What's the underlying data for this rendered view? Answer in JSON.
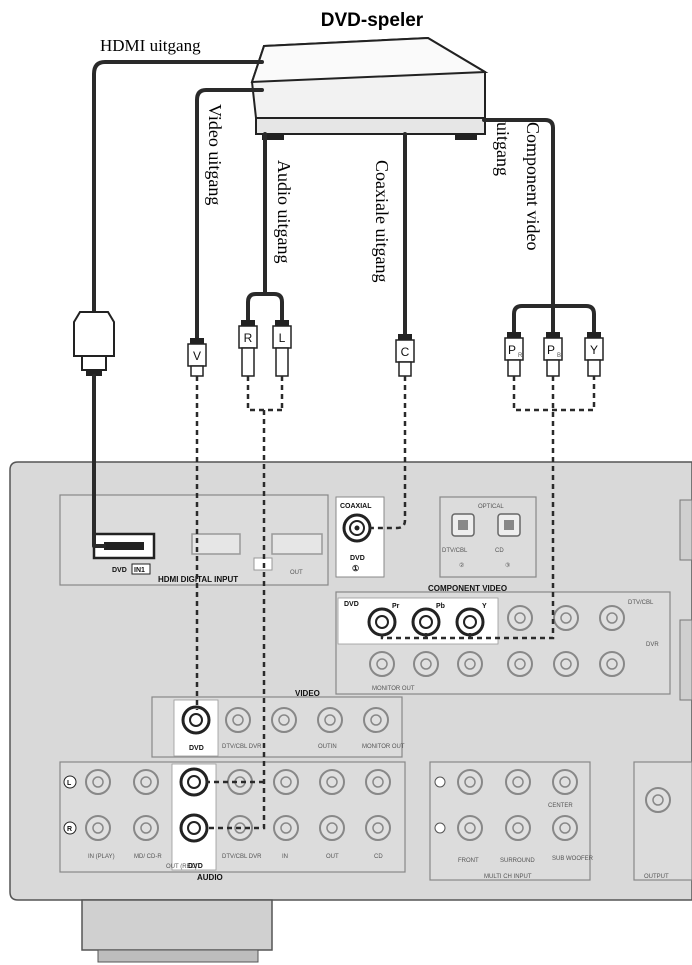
{
  "device": {
    "name": "DVD-speler"
  },
  "cable_labels": {
    "hdmi": "HDMI uitgang",
    "video": "Video uitgang",
    "audio": "Audio uitgang",
    "coax": "Coaxiale uitgang",
    "component_line1": "Component video",
    "component_line2": "uitgang"
  },
  "plugs": {
    "video": "V",
    "audio_r": "R",
    "audio_l": "L",
    "coax": "C",
    "pr": "P",
    "pb": "P",
    "y": "Y"
  },
  "panel": {
    "hdmi_input": "HDMI DIGITAL INPUT",
    "hdmi_dvd": "DVD",
    "hdmi_in1": "IN1",
    "hdmi_out": "OUT",
    "coaxial": "COAXIAL",
    "coax_dvd": "DVD",
    "coax_num": "①",
    "optical": "OPTICAL",
    "optical_dtv": "DTV/CBL",
    "optical_cd": "CD",
    "optical_num2": "②",
    "optical_num3": "③",
    "component_video": "COMPONENT VIDEO",
    "comp_dvd": "DVD",
    "comp_pr": "Pr",
    "comp_pb": "Pb",
    "comp_y": "Y",
    "comp_dtv": "DTV/CBL",
    "comp_dvr": "DVR",
    "monitor_out": "MONITOR OUT",
    "video": "VIDEO",
    "video_dvd": "DVD",
    "video_dtv": "DTV/CBL DVR",
    "video_outin": "OUTIN",
    "video_monitor": "MONITOR OUT",
    "audio": "AUDIO",
    "audio_l": "L",
    "audio_r": "R",
    "audio_in_play": "IN (PLAY)",
    "audio_md": "MD/ CD-R",
    "audio_out_rec": "OUT (REC)",
    "audio_dvd": "DVD",
    "audio_dtv": "DTV/CBL DVR",
    "audio_in": "IN",
    "audio_out": "OUT",
    "audio_cd": "CD",
    "multi_front": "FRONT",
    "multi_surround": "SURROUND",
    "multi_sub": "SUB WOOFER",
    "multi_center": "CENTER",
    "multi_ch_input": "MULTI CH INPUT",
    "output": "OUTPUT"
  }
}
